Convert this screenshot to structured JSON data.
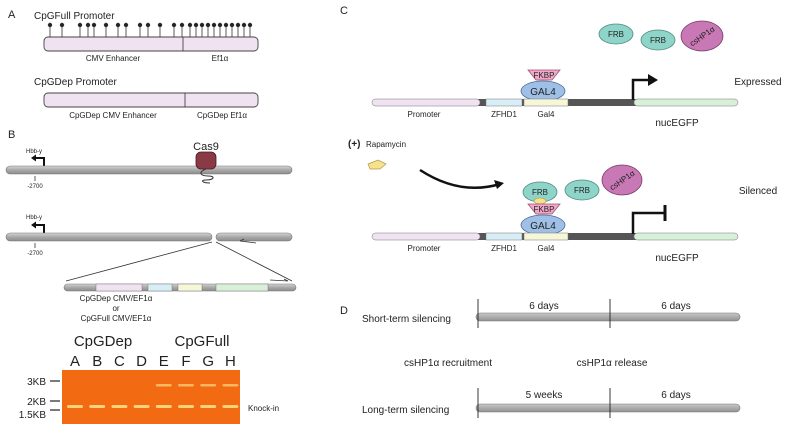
{
  "panel_labels": {
    "a": "A",
    "b": "B",
    "c": "C",
    "d": "D"
  },
  "panel_a": {
    "cpgfull_title": "CpGFull Promoter",
    "cpgfull_enhancer": "CMV Enhancer",
    "cpgfull_promoter": "Ef1α",
    "cpgdep_title": "CpGDep Promoter",
    "cpgdep_enhancer": "CpGDep CMV Enhancer",
    "cpgdep_promoter": "CpGDep Ef1α"
  },
  "panel_b": {
    "cas9_label": "Cas9",
    "gene_label_1": "Hbb-y",
    "position_1": "-2700",
    "gene_label_2": "Hbb-y",
    "position_2": "-2700",
    "construct_line1": "CpGDep CMV/EF1α",
    "construct_line2": "or",
    "construct_line3": "CpGFull CMV/EF1α"
  },
  "gel": {
    "group1": "CpGDep",
    "group2": "CpGFull",
    "lanes": [
      "A",
      "B",
      "C",
      "D",
      "E",
      "F",
      "G",
      "H"
    ],
    "markers": [
      "3KB",
      "2KB",
      "1.5KB"
    ],
    "band_label": "Knock-in"
  },
  "panel_c": {
    "frb1": "FRB",
    "frb2": "FRB",
    "cshp1a": "csHP1α",
    "fkbp": "FKBP",
    "gal4": "GAL4",
    "promoter": "Promoter",
    "zfhd1": "ZFHD1",
    "gal4_site": "Gal4",
    "reporter": "nucEGFP",
    "expressed": "Expressed",
    "rapamycin_sign": "(+)",
    "rapamycin": "Rapamycin",
    "frb3": "FRB",
    "frb4": "FRB",
    "cshp1a_2": "csHP1α",
    "fkbp_2": "FKBP",
    "gal4_2": "GAL4",
    "promoter_2": "Promoter",
    "zfhd1_2": "ZFHD1",
    "gal4_site_2": "Gal4",
    "reporter_2": "nucEGFP",
    "silenced": "Silenced"
  },
  "panel_d": {
    "short_term": "Short-term silencing",
    "long_term": "Long-term silencing",
    "short_phase1": "6 days",
    "short_phase2": "6 days",
    "long_phase1": "5 weeks",
    "long_phase2": "6 days",
    "recruitment": "csHP1α recruitment",
    "release": "csHP1α release"
  },
  "colors": {
    "promoter_box": "#f1e2f1",
    "gel_bg": "#f26a12",
    "gel_band": "#ffd27a",
    "frb": "#8fd4c8",
    "cshp1a": "#c878b4",
    "fkbp": "#f0a8c8",
    "gal4": "#9ec0e6",
    "cas9": "#8a3a44",
    "reporter": "#d8f0d8",
    "zfhd1": "#d8eef6",
    "gal4_site": "#f6f6d8"
  }
}
